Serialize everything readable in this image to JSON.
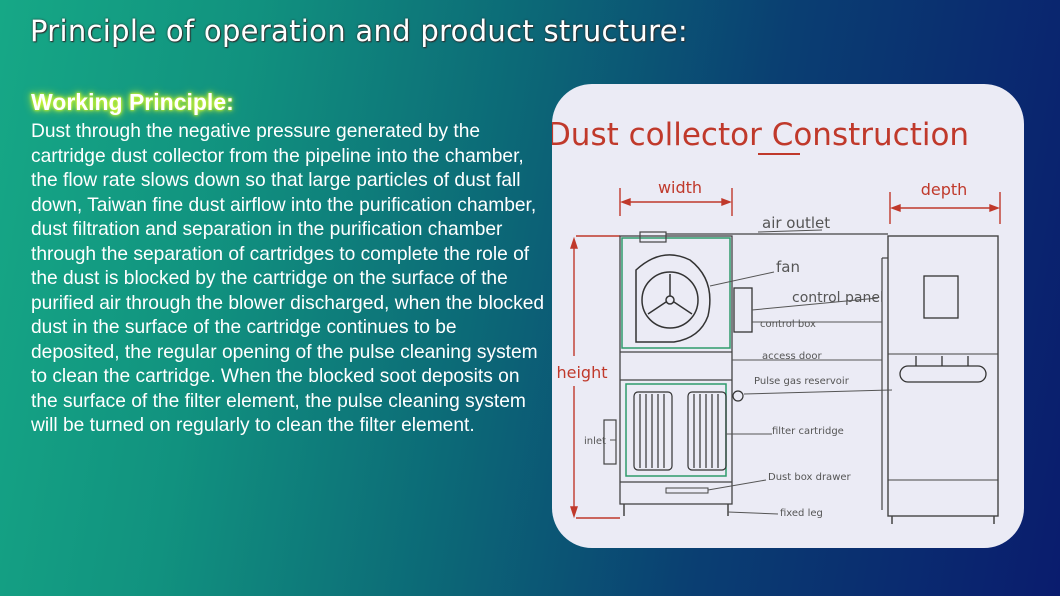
{
  "slide": {
    "title": "Principle of operation and product structure:"
  },
  "working_principle": {
    "heading": "Working Principle:",
    "body": "Dust through the negative pressure generated by the cartridge dust collector from the pipeline into the chamber, the flow rate slows down so that large particles of dust fall down, Taiwan fine dust airflow into the purification chamber, dust filtration and separation in the purification chamber through the separation of cartridges to complete the role of the dust is blocked by the cartridge on the surface of the purified air through the blower discharged, when the blocked dust in the surface of the cartridge continues to be deposited, the regular opening of the pulse cleaning system to clean the cartridge. When the blocked soot deposits on the surface of the filter element, the pulse cleaning system will be turned on regularly to clean the filter element."
  },
  "diagram": {
    "title": "Dust collector Construction",
    "dimensions": {
      "width": "width",
      "depth": "depth",
      "height": "height"
    },
    "labels": {
      "air_outlet": "air outlet",
      "fan": "fan",
      "control_panel": "control panel",
      "control_box": "control box",
      "access_door": "access door",
      "pulse_gas_reservoir": "Pulse gas reservoir",
      "filter_cartridge": "filter cartridge",
      "inlet": "inlet",
      "dust_box_drawer": "Dust box drawer",
      "fixed_leg": "fixed leg"
    },
    "colors": {
      "title": "#c0392b",
      "dimension": "#c0392b",
      "outline": "#2e9b6c",
      "label": "#555555",
      "background": "#ebebf5"
    }
  }
}
